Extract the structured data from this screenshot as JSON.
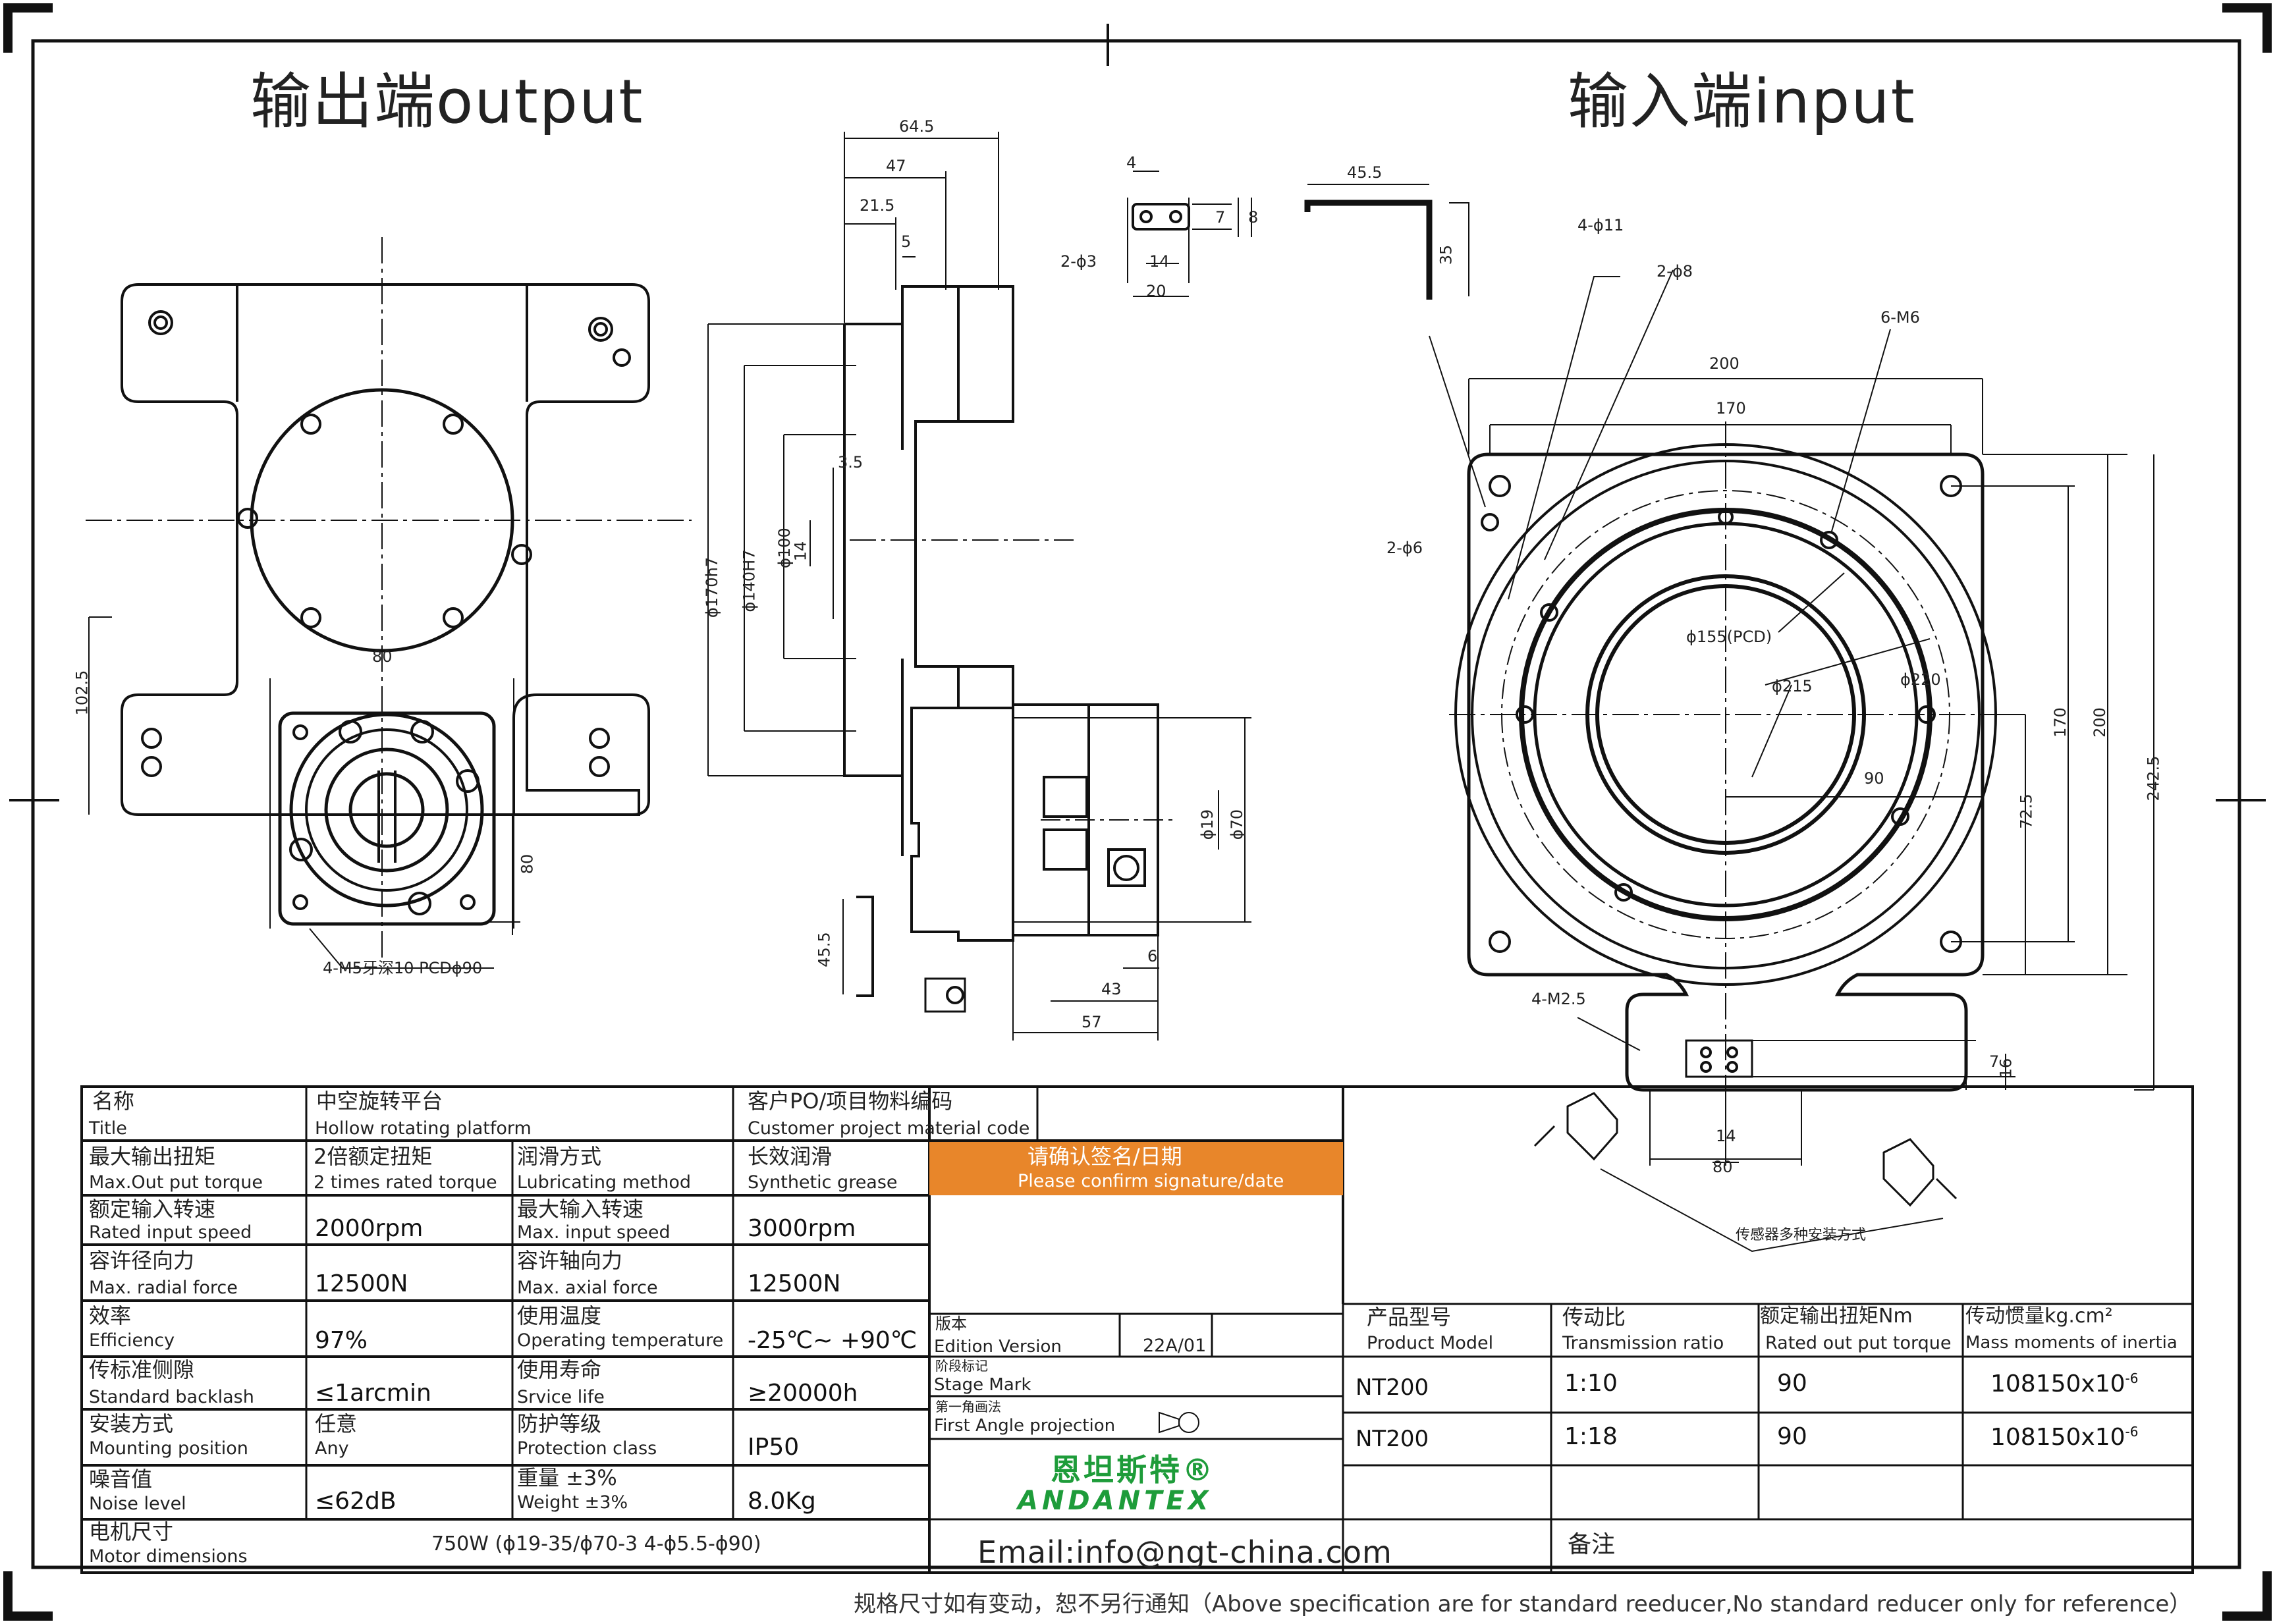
{
  "titles": {
    "output": "输出端output",
    "input": "输入端input"
  },
  "dims": {
    "d64_5": "64.5",
    "d47": "47",
    "d21_5": "21.5",
    "d5": "5",
    "d4": "4",
    "d7": "7",
    "d8": "8",
    "d2phi3": "2-ϕ3",
    "d14": "14",
    "d20": "20",
    "d45_5": "45.5",
    "d35": "35",
    "d4phi11": "4-ϕ11",
    "d2phi8": "2-ϕ8",
    "d6M6": "6-M6",
    "d200": "200",
    "d170": "170",
    "d2phi6": "2-ϕ6",
    "pcd155": "ϕ155(PCD)",
    "d215": "ϕ215",
    "d220": "ϕ220",
    "d90": "90",
    "d72_5": "72.5",
    "d242_5": "242.5",
    "d4M2_5": "4-M2.5",
    "d7b": "7",
    "d16": "16",
    "d14b": "14",
    "d80b": "80",
    "sensor_note": "传感器多种安装方式",
    "phi170h7": "ϕ170h7",
    "phi140H7": "ϕ140H7",
    "phi100": "ϕ100",
    "d3_5": "3.5",
    "d14c": "14",
    "phi19": "ϕ19",
    "phi70": "ϕ70",
    "d6": "6",
    "d43": "43",
    "d57": "57",
    "d45_5b": "45.5",
    "d80": "80",
    "d102_5": "102.5",
    "d80c": "80",
    "m5_note": "4-M5牙深10 PCDϕ90"
  },
  "table": {
    "title_cn": "名称",
    "title_en": "Title",
    "title_val_cn": "中空旋转平台",
    "title_val_en": "Hollow rotating platform",
    "cust_cn": "客户PO/项目物料编码",
    "cust_en": "Customer project material code",
    "torque_cn": "最大输出扭矩",
    "torque_en": "Max.Out put torque",
    "torque_val_cn": "2倍额定扭矩",
    "torque_val_en": "2 times rated torque",
    "lub_cn": "润滑方式",
    "lub_en": "Lubricating method",
    "lub_val_cn": "长效润滑",
    "lub_val_en": "Synthetic grease",
    "confirm_cn": "请确认签名/日期",
    "confirm_en": "Please confirm signature/date",
    "rin_cn": "额定输入转速",
    "rin_en": "Rated input speed",
    "rin_val": "2000rpm",
    "min_cn": "最大输入转速",
    "min_en": "Max. input speed",
    "min_val": "3000rpm",
    "rad_cn": "容许径向力",
    "rad_en": "Max. radial force",
    "rad_val": "12500N",
    "ax_cn": "容许轴向力",
    "ax_en": "Max. axial force",
    "ax_val": "12500N",
    "eff_cn": "效率",
    "eff_en": "Efficiency",
    "eff_val": "97%",
    "temp_cn": "使用温度",
    "temp_en": "Operating temperature",
    "temp_val": "-25℃~ +90℃",
    "back_cn": "传标准侧隙",
    "back_en": "Standard backlash",
    "back_val": "≤1arcmin",
    "life_cn": "使用寿命",
    "life_en": "Srvice life",
    "life_val": "≥20000h",
    "mount_cn": "安装方式",
    "mount_en": "Mounting position",
    "mount_val_cn": "任意",
    "mount_val_en": "Any",
    "prot_cn": "防护等级",
    "prot_en": "Protection class",
    "prot_val": "IP50",
    "noise_cn": "噪音值",
    "noise_en": "Noise level",
    "noise_val": "≤62dB",
    "wt_cn": "重量 ±3%",
    "wt_en": "Weight ±3%",
    "wt_val": "8.0Kg",
    "motor_cn": "电机尺寸",
    "motor_en": "Motor dimensions",
    "motor_val": "750W (ϕ19-35/ϕ70-3 4-ϕ5.5-ϕ90)",
    "ed_cn": "版本",
    "ed_en": "Edition Version",
    "ed_val": "22A/01",
    "stage_cn": "阶段标记",
    "stage_en": "Stage Mark",
    "proj_cn": "第一角画法",
    "proj_en": "First Angle projection",
    "brand_cn": "恩坦斯特®",
    "brand_en": "ANDANTEX",
    "email": "Email:info@ngt-china.com",
    "remark": "备注",
    "model_cn": "产品型号",
    "model_en": "Product Model",
    "ratio_cn": "传动比",
    "ratio_en": "Transmission ratio",
    "rtq_cn": "额定输出扭矩Nm",
    "rtq_en": "Rated out put torque",
    "inertia_cn": "传动惯量kg.cm²",
    "inertia_en": "Mass moments of inertia",
    "rows": [
      {
        "model": "NT200",
        "ratio": "1:10",
        "torque": "90",
        "inertia": "108150x10",
        "exp": "-6"
      },
      {
        "model": "NT200",
        "ratio": "1:18",
        "torque": "90",
        "inertia": "108150x10",
        "exp": "-6"
      }
    ]
  },
  "footer": "规格尺寸如有变动，恕不另行通知（Above specification are for standard reeducer,No standard reducer only for reference）"
}
